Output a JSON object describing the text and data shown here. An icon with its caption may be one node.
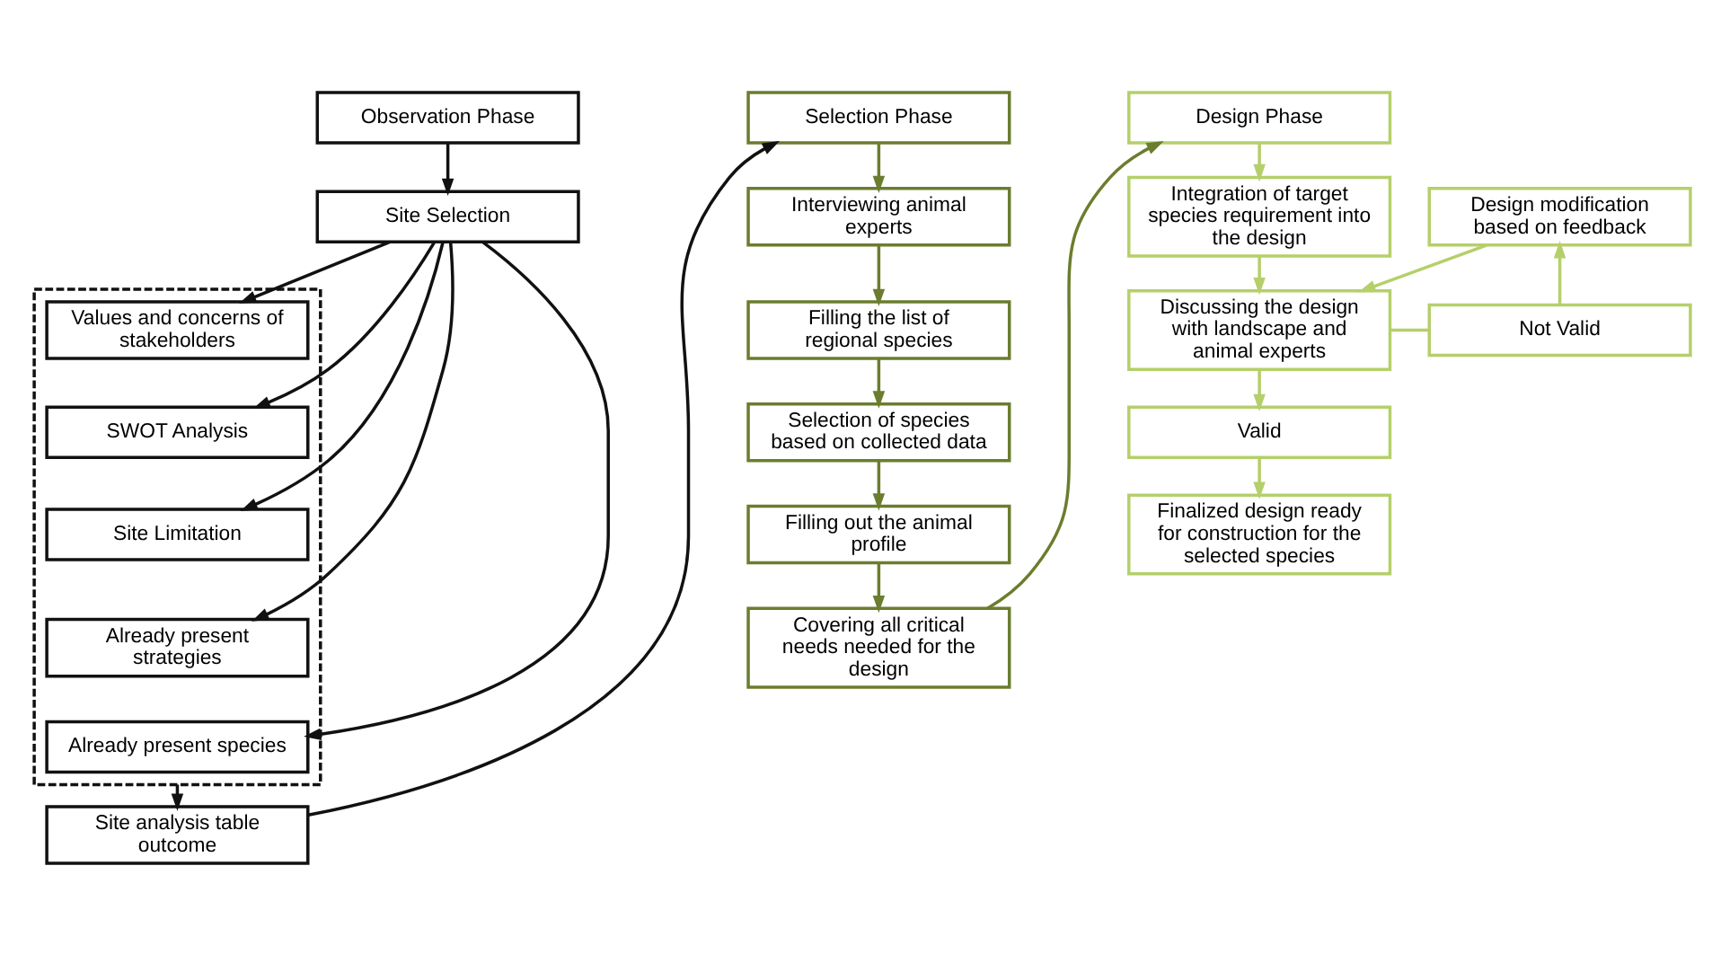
{
  "diagram": {
    "nodes": [
      {
        "text": [
          "Observation Phase"
        ]
      },
      {
        "text": [
          "Site Selection"
        ]
      },
      {
        "text": [],
        "shape": "box"
      },
      {
        "text": [
          "Values and concerns of stakeholders"
        ],
        "in": 2
      },
      {
        "text": [
          "SWOT Analysis"
        ],
        "in": 2
      },
      {
        "text": [
          "Site Limitation"
        ],
        "in": 2
      },
      {
        "text": [
          "Already present strategies"
        ],
        "in": 2
      },
      {
        "text": [
          "Already present species"
        ],
        "in": 2
      },
      {
        "text": [
          "Site analysis table outcome"
        ]
      },
      {
        "text": [
          "Selection Phase"
        ]
      },
      {
        "text": [
          "Interviewing animal experts"
        ]
      },
      {
        "text": [
          "Filling the list of regional species"
        ]
      },
      {
        "text": [
          "Selection of species based on collected data"
        ]
      },
      {
        "text": [
          "Filling out the animal profile"
        ]
      },
      {
        "text": [
          "Covering all critical needs needed for the design"
        ]
      },
      {
        "text": [
          "Design Phase"
        ]
      },
      {
        "text": [
          "Integration of target species requirement into the design"
        ]
      },
      {
        "text": [
          "Discussing the design with landscape and animal experts"
        ]
      },
      {
        "text": [
          "Not Valid"
        ]
      },
      {
        "text": [
          "Design modification based on feedback"
        ]
      },
      {
        "text": [
          "Valid"
        ]
      },
      {
        "text": [
          "Finalized design ready for construction for the selected species"
        ]
      }
    ],
    "edges": [
      {
        "from": 0,
        "to": 1,
        "arrow": "to"
      },
      {
        "from": 1,
        "to": 3,
        "arrow": "to"
      },
      {
        "from": 1,
        "to": 4,
        "arrow": "to"
      },
      {
        "from": 1,
        "to": 5,
        "arrow": "to"
      },
      {
        "from": 1,
        "to": 6,
        "arrow": "to"
      },
      {
        "from": 1,
        "to": 7,
        "arrow": "to"
      },
      {
        "from": 2,
        "to": 8,
        "arrow": "to"
      },
      {
        "from": 8,
        "to": 9,
        "arrow": "to"
      },
      {
        "from": 9,
        "to": 10,
        "arrow": "to",
        "color": "#6b7d2e"
      },
      {
        "from": 10,
        "to": 11,
        "arrow": "to",
        "color": "#6b7d2e"
      },
      {
        "from": 11,
        "to": 12,
        "arrow": "to",
        "color": "#6b7d2e"
      },
      {
        "from": 12,
        "to": 13,
        "arrow": "to",
        "color": "#6b7d2e"
      },
      {
        "from": 13,
        "to": 14,
        "arrow": "to",
        "color": "#6b7d2e"
      },
      {
        "from": 14,
        "to": 15,
        "arrow": "to",
        "color": "#6b7d2e"
      },
      {
        "from": 15,
        "to": 16,
        "arrow": "to",
        "color": "#b5cf6b"
      },
      {
        "from": 16,
        "to": 17,
        "arrow": "to",
        "color": "#b5cf6b"
      },
      {
        "from": 17,
        "to": 18,
        "arrow": "none",
        "color": "#b5cf6b"
      },
      {
        "from": 18,
        "to": 19,
        "arrow": "to",
        "color": "#b5cf6b"
      },
      {
        "from": 19,
        "to": 17,
        "arrow": "to",
        "color": "#b5cf6b"
      },
      {
        "from": 17,
        "to": 20,
        "arrow": "to",
        "color": "#b5cf6b"
      },
      {
        "from": 20,
        "to": 21,
        "arrow": "to",
        "color": "#b5cf6b"
      }
    ]
  }
}
